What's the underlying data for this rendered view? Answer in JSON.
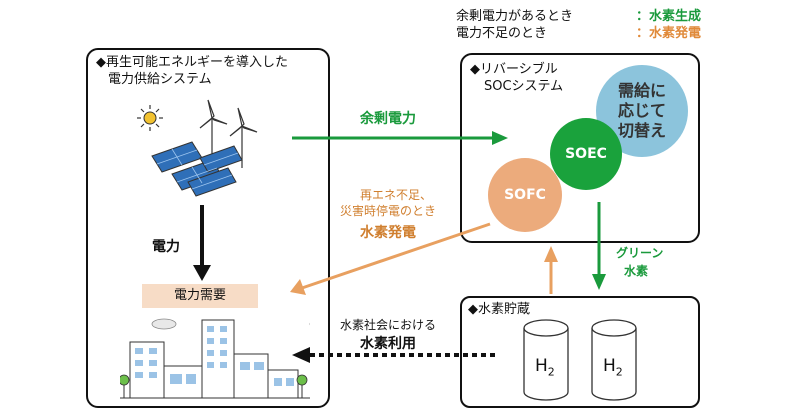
{
  "legend": {
    "surplus_label": "余剰電力があるとき",
    "surplus_value": "：水素生成",
    "shortage_label": "電力不足のとき",
    "shortage_value": "：水素発電"
  },
  "left_panel": {
    "title_line1": "◆再生可能エネルギーを導入した",
    "title_line2": "電力供給システム",
    "power_label": "電力",
    "demand_label": "電力需要"
  },
  "soc_panel": {
    "title_line1": "◆リバーシブル",
    "title_line2": "SOCシステム",
    "switch_line1": "需給に",
    "switch_line2": "応じて",
    "switch_line3": "切替え",
    "soec": "SOEC",
    "sofc": "SOFC"
  },
  "storage_panel": {
    "title": "◆水素貯蔵",
    "tank1_label": "H",
    "tank1_sub": "2",
    "tank2_label": "H",
    "tank2_sub": "2"
  },
  "arrows": {
    "surplus_power": "余剰電力",
    "shortage_line1": "再エネ不足、",
    "shortage_line2": "災害時停電のとき",
    "shortage_line3": "水素発電",
    "green_h2_line1": "グリーン",
    "green_h2_line2": "水素",
    "society_line1": "水素社会における",
    "society_line2": "水素利用"
  },
  "colors": {
    "green": "#1a9a3c",
    "orange": "#e8a060",
    "soec_fill": "#1aa23c",
    "sofc_fill": "#ecab7c",
    "switch_fill": "#8cc4dc",
    "demand_fill": "#f7dcc6"
  }
}
